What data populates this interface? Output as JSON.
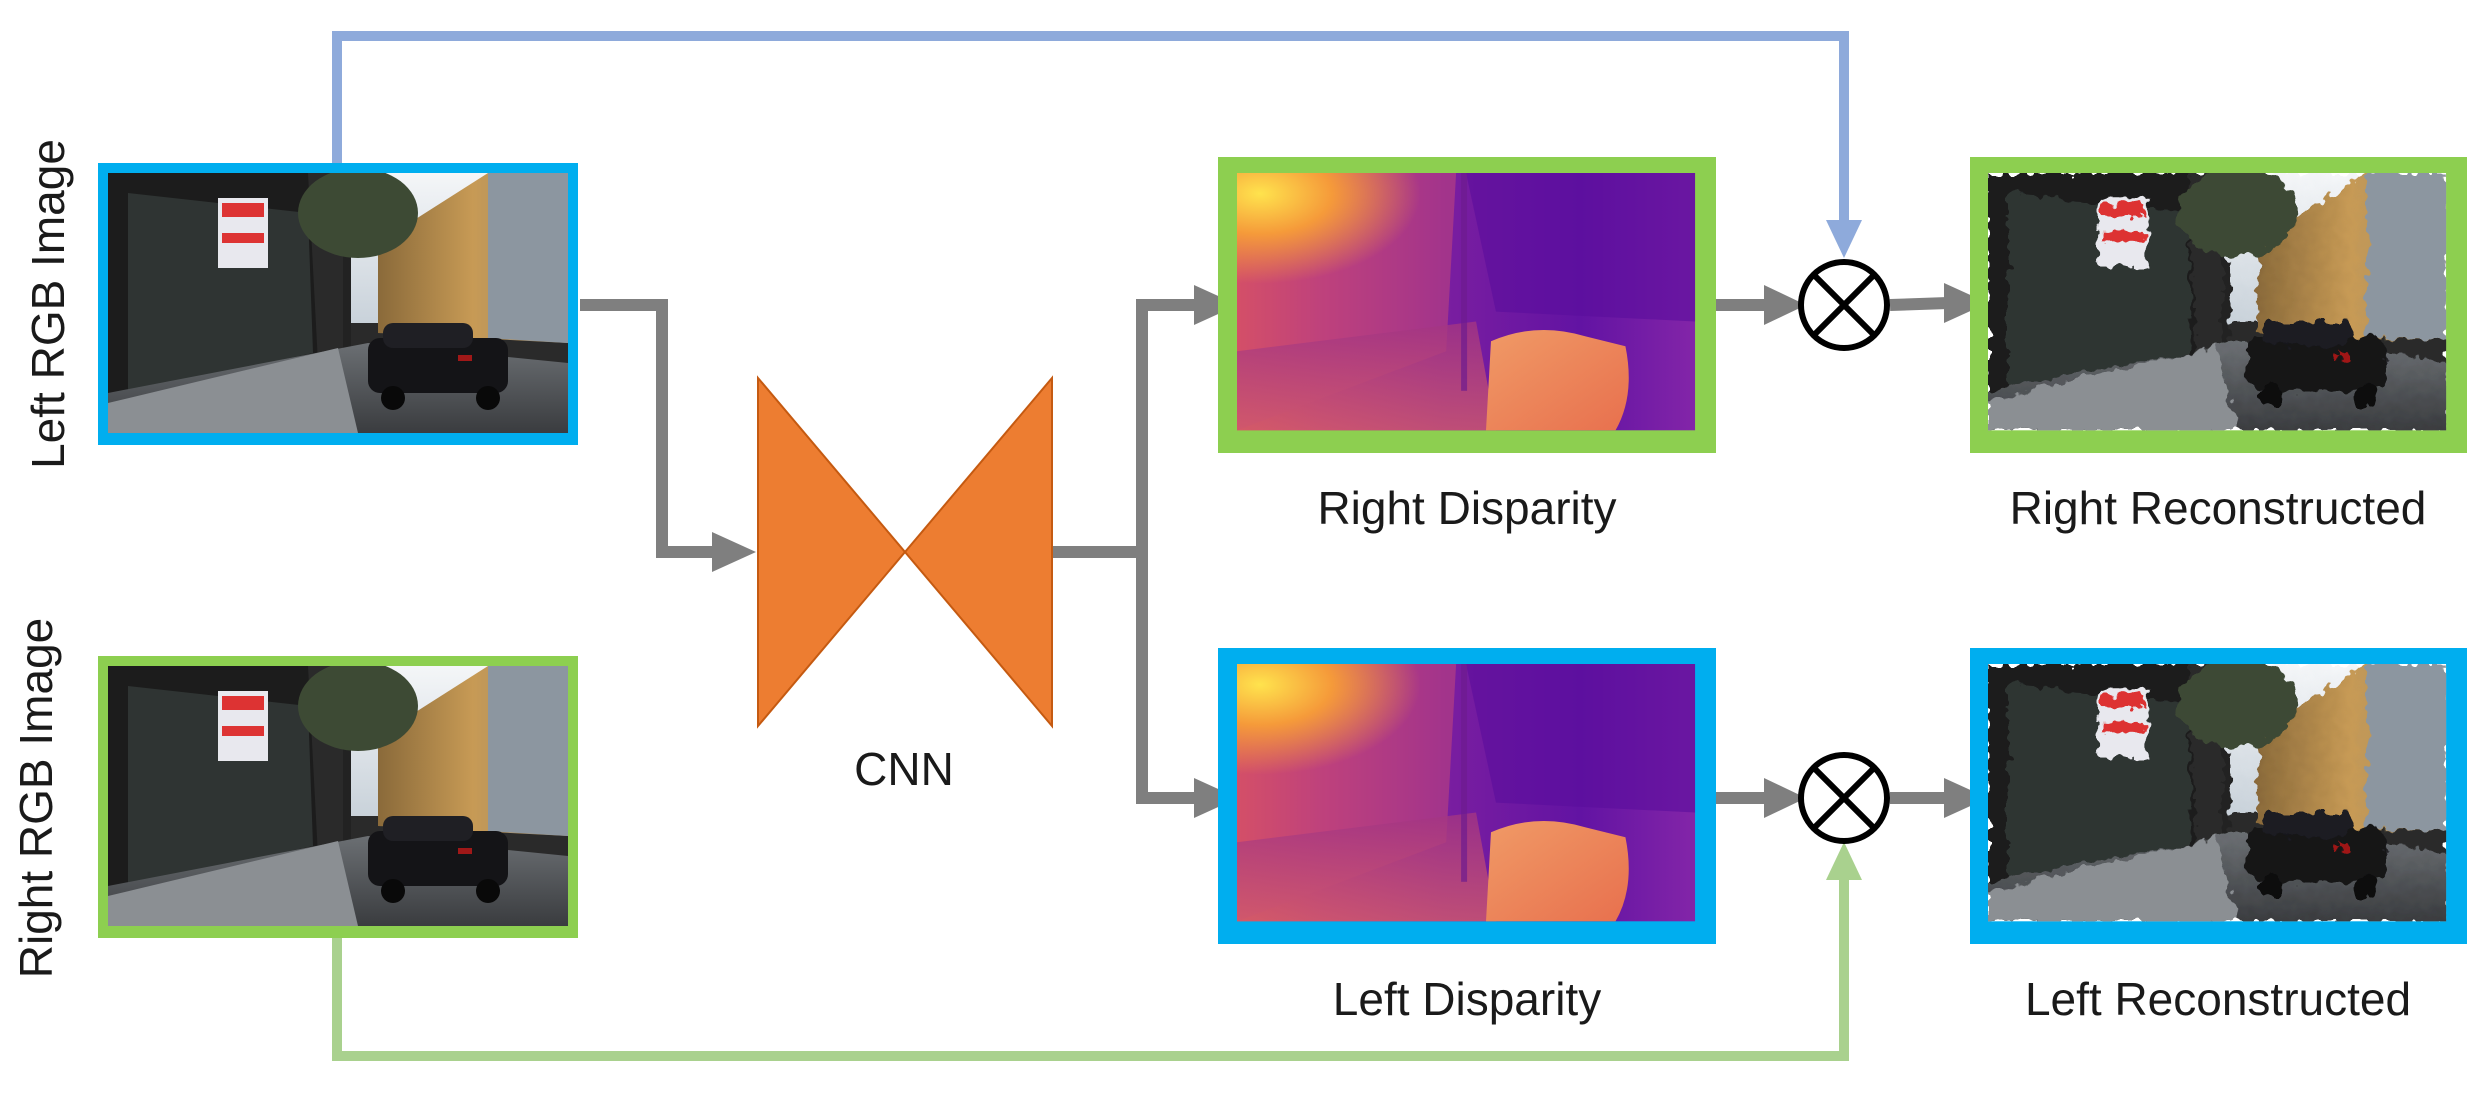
{
  "labels": {
    "left_rgb": "Left RGB Image",
    "right_rgb": "Right RGB Image",
    "cnn": "CNN",
    "right_disparity": "Right Disparity",
    "left_disparity": "Left Disparity",
    "right_reconstructed": "Right Reconstructed",
    "left_reconstructed": "Left Reconstructed"
  },
  "colors": {
    "left_frame": "#00aeef",
    "right_frame": "#8dcf50",
    "cnn_fill": "#ed7d31",
    "flow_arrow": "#7f7f7f",
    "left_skip_line": "#8eaadb",
    "right_skip_line": "#a9d18e",
    "multiply_symbol": "#000000"
  },
  "icons": {
    "multiply_top": "circled-multiply",
    "multiply_bottom": "circled-multiply"
  }
}
